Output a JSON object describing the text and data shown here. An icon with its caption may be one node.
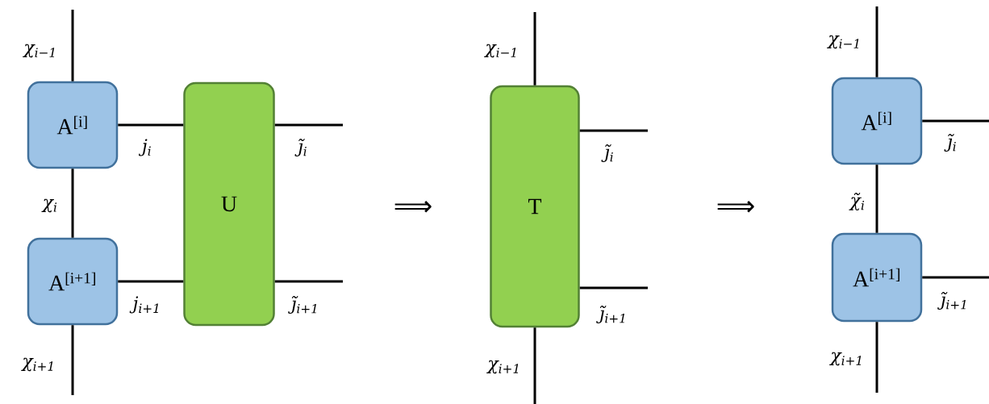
{
  "diagram": {
    "nodes": [
      {
        "text": [
          "A$^{[i]}$"
        ]
      },
      {
        "text": [
          "A$^{[i+1]}$"
        ]
      },
      {
        "text": [
          "U"
        ]
      },
      {
        "text": [
          "T"
        ]
      },
      {
        "text": [
          "A$^{[i]}$"
        ]
      },
      {
        "text": [
          "A$^{[i+1]}$"
        ]
      }
    ],
    "edges": [
      {
        "from": null,
        "to": 0,
        "arrow": "none",
        "label": "χ$_{i−1}$"
      },
      {
        "from": 0,
        "to": 1,
        "arrow": "none",
        "label": "χ$_{i}$"
      },
      {
        "from": 1,
        "to": null,
        "arrow": "none",
        "label": "χ$_{i+1}$"
      },
      {
        "from": 0,
        "to": 2,
        "arrow": "none",
        "label": "j$_{i}$"
      },
      {
        "from": 1,
        "to": 2,
        "arrow": "none",
        "label": "j$_{i+1}$"
      },
      {
        "from": 2,
        "to": null,
        "arrow": "none",
        "label": "ȷ̃$_{i}$"
      },
      {
        "from": 2,
        "to": null,
        "arrow": "none",
        "label": "ȷ̃$_{i+1}$"
      },
      {
        "from": null,
        "to": 3,
        "arrow": "none",
        "label": "χ$_{i−1}$"
      },
      {
        "from": 3,
        "to": null,
        "arrow": "none",
        "label": "χ$_{i+1}$"
      },
      {
        "from": 3,
        "to": null,
        "arrow": "none",
        "label": "ȷ̃$_{i}$"
      },
      {
        "from": 3,
        "to": null,
        "arrow": "none",
        "label": "ȷ̃$_{i+1}$"
      },
      {
        "from": null,
        "to": 4,
        "arrow": "none",
        "label": "χ$_{i−1}$"
      },
      {
        "from": 4,
        "to": 5,
        "arrow": "none",
        "label": "χ̃$_{i}$"
      },
      {
        "from": 5,
        "to": null,
        "arrow": "none",
        "label": "χ$_{i+1}$"
      },
      {
        "from": 4,
        "to": null,
        "arrow": "none",
        "label": "ȷ̃$_{i}$"
      },
      {
        "from": 5,
        "to": null,
        "arrow": "none",
        "label": "ȷ̃$_{i+1}$"
      }
    ],
    "labels": [
      "⟹",
      "⟹"
    ]
  }
}
